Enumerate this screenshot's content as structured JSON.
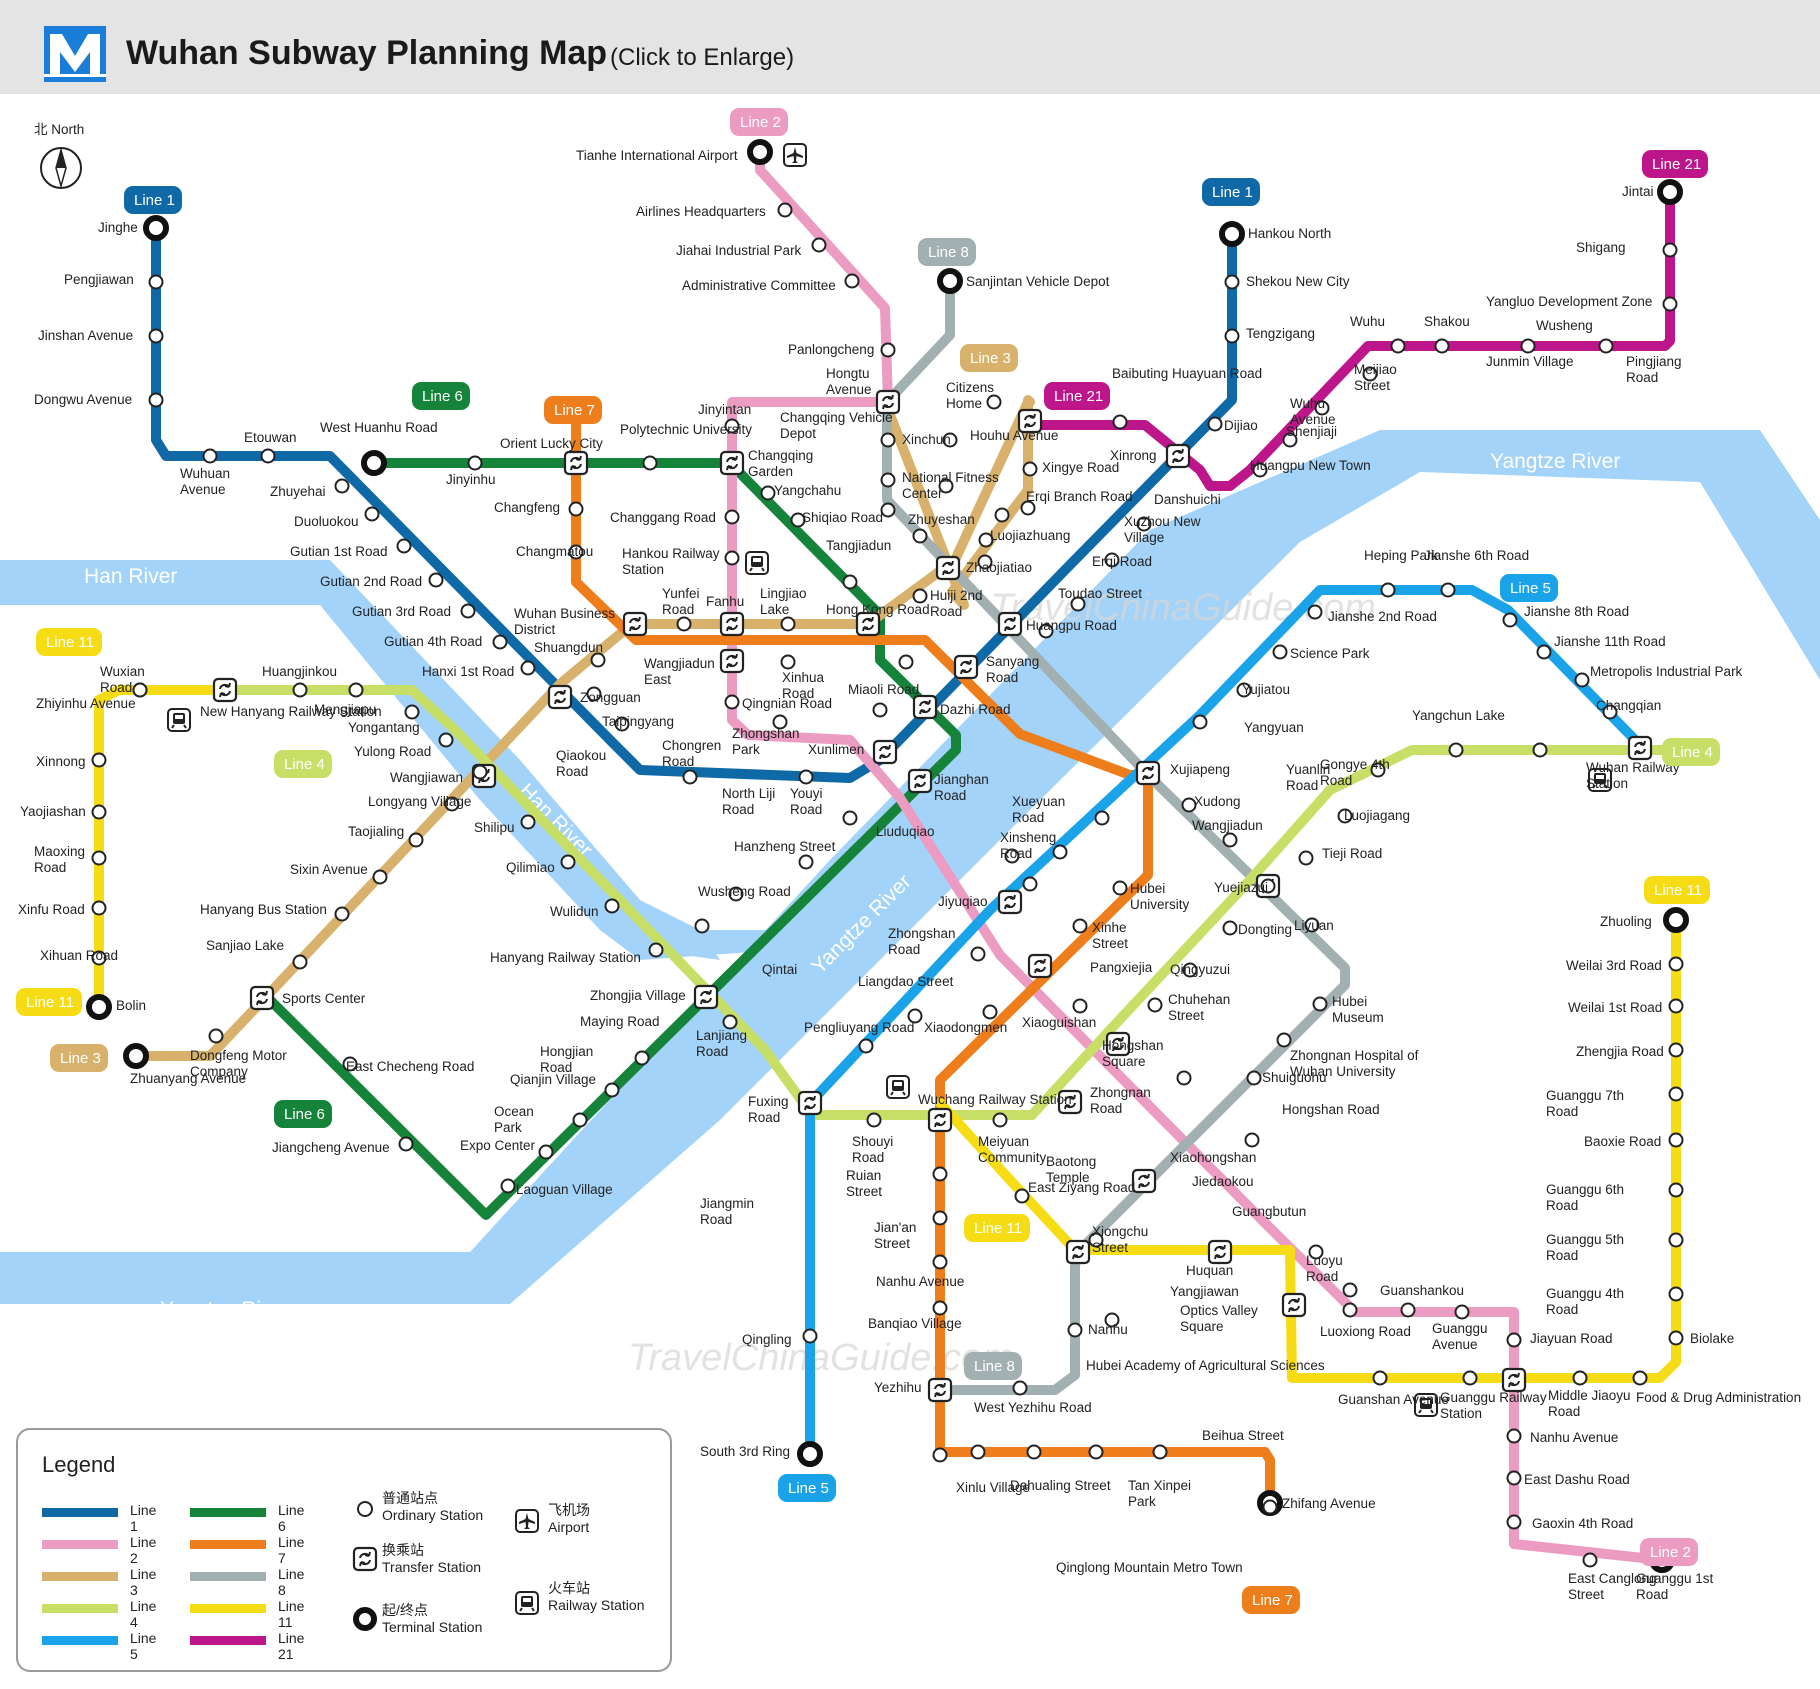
{
  "header": {
    "title": "Wuhan Subway Planning Map",
    "subtitle": "(Click to Enlarge)",
    "logo_letter": "M"
  },
  "compass": {
    "label": "北 North"
  },
  "rivers": [
    {
      "name": "Yangtze River"
    },
    {
      "name": "Yangtze River"
    },
    {
      "name": "Yangtze River"
    },
    {
      "name": "Han River"
    },
    {
      "name": "Han River"
    }
  ],
  "watermark": "TravelChinaGuide.com",
  "colors": {
    "line1": "#0f69a7",
    "line2": "#ec9bc2",
    "line3": "#d8b26d",
    "line4": "#c7df66",
    "line5": "#1aa3e8",
    "line6": "#16833b",
    "line7": "#ee7d1b",
    "line8": "#a3b0b1",
    "line11": "#f5dc15",
    "line21": "#bd168a",
    "river": "#a3d3f8"
  },
  "line_tags": [
    {
      "text": "Line 1",
      "color": "#0f69a7"
    },
    {
      "text": "Line 1",
      "color": "#0f69a7"
    },
    {
      "text": "Line 2",
      "color": "#ec9bc2"
    },
    {
      "text": "Line 2",
      "color": "#ec9bc2"
    },
    {
      "text": "Line 3",
      "color": "#d8b26d"
    },
    {
      "text": "Line 3",
      "color": "#d8b26d"
    },
    {
      "text": "Line 4",
      "color": "#c7df66"
    },
    {
      "text": "Line 4",
      "color": "#c7df66"
    },
    {
      "text": "Line 5",
      "color": "#1aa3e8"
    },
    {
      "text": "Line 5",
      "color": "#1aa3e8"
    },
    {
      "text": "Line 6",
      "color": "#16833b"
    },
    {
      "text": "Line 6",
      "color": "#16833b"
    },
    {
      "text": "Line 7",
      "color": "#ee7d1b"
    },
    {
      "text": "Line 7",
      "color": "#ee7d1b"
    },
    {
      "text": "Line 8",
      "color": "#a3b0b1"
    },
    {
      "text": "Line 8",
      "color": "#a3b0b1"
    },
    {
      "text": "Line 11",
      "color": "#f5dc15"
    },
    {
      "text": "Line 11",
      "color": "#f5dc15"
    },
    {
      "text": "Line 11",
      "color": "#f5dc15"
    },
    {
      "text": "Line 11",
      "color": "#f5dc15"
    },
    {
      "text": "Line 21",
      "color": "#bd168a"
    },
    {
      "text": "Line 21",
      "color": "#bd168a"
    }
  ],
  "stations": [
    "Jinghe",
    "Pengjiawan",
    "Jinshan Avenue",
    "Dongwu Avenue",
    "Wuhuan Avenue",
    "Etouwan",
    "Zhuyehai",
    "Duoluokou",
    "Gutian 1st Road",
    "Gutian 2nd Road",
    "Gutian 3rd Road",
    "Gutian 4th Road",
    "Hanxi 1st Road",
    "Zongguan",
    "Taipingyang",
    "Qiaokou Road",
    "Chongren Road",
    "North Liji Road",
    "Youyi Road",
    "Xunlimen",
    "Jianghan Road",
    "Dazhi Road",
    "Sanyang Road",
    "Huangpu Road",
    "Toudao Street",
    "Erqi Road",
    "Xuzhou New Village",
    "Danshuichi",
    "Dijiao",
    "Tengzigang",
    "Shekou New City",
    "Hankou North",
    "Tianhe International Airport",
    "Airlines Headquarters",
    "Jiahai Industrial Park",
    "Administrative Committee",
    "Panlongcheng",
    "Hongtu Avenue",
    "Changqing Vehicle Depot",
    "Jinyintan",
    "Changqing Garden",
    "Changgang Road",
    "Hankou Railway Station",
    "Fanhu",
    "Wangjiadun East",
    "Qingnian Road",
    "Zhongshan Park",
    "Liuduqiao",
    "Jiyuqiao",
    "Pangxiejia",
    "Xiaoguishan",
    "Hongshan Square",
    "Zhongnan Road",
    "Baotong Temple",
    "Jiedaokou",
    "Guangbutun",
    "Yangjiawan",
    "Optics Valley Square",
    "Guanshankou",
    "Guanggu Avenue",
    "Jiayuan Road",
    "Nanhu Avenue",
    "East Dashu Road",
    "Gaoxin 4th Road",
    "East Canglong Street",
    "Guanggu 1st Road",
    "Zhuanyang Avenue",
    "Dongfeng Motor Company",
    "Sports Center",
    "Sanjiao Lake",
    "Hanyang Bus Station",
    "Sixin Avenue",
    "Taojialing",
    "Longyang Village",
    "Wangjiawan",
    "Yulong Road",
    "Shuangdun",
    "Wuhan Business District",
    "Yunfei Road",
    "Lingjiao Lake",
    "Hong Kong Road",
    "Huiji 2nd Road",
    "Zhaojiatiao",
    "Luojiazhuang",
    "Erqi Branch Road",
    "Xingye Road",
    "Houhu Avenue",
    "Citizens Home",
    "Huangjinkou",
    "Mengjiapu",
    "Yongantang",
    "Shilipu",
    "Qilimiao",
    "Wulidun",
    "Hanyang Railway Station",
    "Zhongjia Village",
    "Lanjiang Road",
    "Fuxing Road",
    "Shouyi Road",
    "Wuchang Railway Station",
    "Meiyuan Community",
    "Chuhehan Street",
    "Qingyuzui",
    "Dongting",
    "Tieji Road",
    "Luojiagang",
    "Yuanlin Road",
    "Gongye 4th Road",
    "Yangchun Lake",
    "Wuhan Railway Station",
    "Jianshe 8th Road",
    "Jianshe 11th Road",
    "Metropolis Industrial Park",
    "Changqian",
    "Heping Park",
    "Jianshe 6th Road",
    "Jianshe 2nd Road",
    "Science Park",
    "Yujiatou",
    "Yangyuan",
    "Xujiapeng",
    "Xueyuan Road",
    "Xinsheng Road",
    "Zhongshan Road",
    "Liangdao Street",
    "Pengliuyang Road",
    "Jiangmin Road",
    "Qingling",
    "South 3rd Ring",
    "West Huanhu Road",
    "Jinyinhu",
    "Orient Lucky City",
    "Polytechnic University",
    "Yangchahu",
    "Shiqiao Road",
    "Tangjiadun",
    "Miaoli Road",
    "Hanzheng Street",
    "Wusheng Road",
    "Qintai",
    "Maying Road",
    "Hongjian Road",
    "Qianjin Village",
    "Ocean Park",
    "Expo Center",
    "Laoguan Village",
    "Jiangcheng Avenue",
    "East Checheng Road",
    "Changfeng",
    "Changmatou",
    "Xinhua Road",
    "Hubei University",
    "Xinhe Street",
    "Xiaodongmen",
    "Ruian Street",
    "Jian'an Street",
    "Nanhu Avenue",
    "Banqiao Village",
    "Yezhihu",
    "Xinlu Village",
    "Dahualing Street",
    "Tan Xinpei Park",
    "Beihua Street",
    "Zhifang Avenue",
    "Qinglong Mountain Metro Town",
    "Sanjintan Vehicle Depot",
    "Xinchun",
    "National Fitness Center",
    "Zhuyeshan",
    "Xudong",
    "Wangjiadun",
    "Yuejiazui",
    "Liyuan",
    "Hubei Museum",
    "Zhongnan Hospital of Wuhan University",
    "Shuiguohu",
    "Hongshan Road",
    "Xiaohongshan",
    "Xiongchu Street",
    "Nanhu",
    "Hubei Academy of Agricultural Sciences",
    "West Yezhihu Road",
    "Zhuoling",
    "Weilai 3rd Road",
    "Weilai 1st Road",
    "Zhengjia Road",
    "Guanggu 7th Road",
    "Baoxie Road",
    "Guanggu 6th Road",
    "Guanggu 5th Road",
    "Guanggu 4th Road",
    "Biolake",
    "Food & Drug Administration",
    "Middle Jiaoyu Road",
    "Guanggu Railway Station",
    "Guanshan Avenue",
    "Luoxiong Road",
    "Luoyu Road",
    "Huquan",
    "East Ziyang Road",
    "Wuxian Road",
    "Zhiyinhu Avenue",
    "Xinnong",
    "Yaojiashan",
    "Maoxing Road",
    "Xinfu Road",
    "Xihuan Road",
    "Bolin",
    "New Hanyang Railway Station",
    "Jintai",
    "Shigang",
    "Yangluo Development Zone",
    "Wusheng",
    "Pingjiang Road",
    "Junmin Village",
    "Shakou",
    "Wuhu",
    "Meijiao Street",
    "Wuhu Avenue",
    "Shenjiaji",
    "Huangpu New Town",
    "Xinrong",
    "Baibuting Huayuan Road"
  ],
  "legend": {
    "title": "Legend",
    "lines": [
      {
        "name": "Line 1",
        "color": "#0f69a7"
      },
      {
        "name": "Line 2",
        "color": "#ec9bc2"
      },
      {
        "name": "Line 3",
        "color": "#d8b26d"
      },
      {
        "name": "Line 4",
        "color": "#c7df66"
      },
      {
        "name": "Line 5",
        "color": "#1aa3e8"
      },
      {
        "name": "Line 6",
        "color": "#16833b"
      },
      {
        "name": "Line 7",
        "color": "#ee7d1b"
      },
      {
        "name": "Line 8",
        "color": "#a3b0b1"
      },
      {
        "name": "Line 11",
        "color": "#f5dc15"
      },
      {
        "name": "Line 21",
        "color": "#bd168a"
      }
    ],
    "symbols": {
      "ordinary_cn": "普通站点",
      "ordinary_en": "Ordinary Station",
      "transfer_cn": "换乘站",
      "transfer_en": "Transfer Station",
      "terminal_cn": "起/终点",
      "terminal_en": "Terminal Station",
      "airport_cn": "飞机场",
      "airport_en": "Airport",
      "railway_cn": "火车站",
      "railway_en": "Railway Station"
    }
  }
}
